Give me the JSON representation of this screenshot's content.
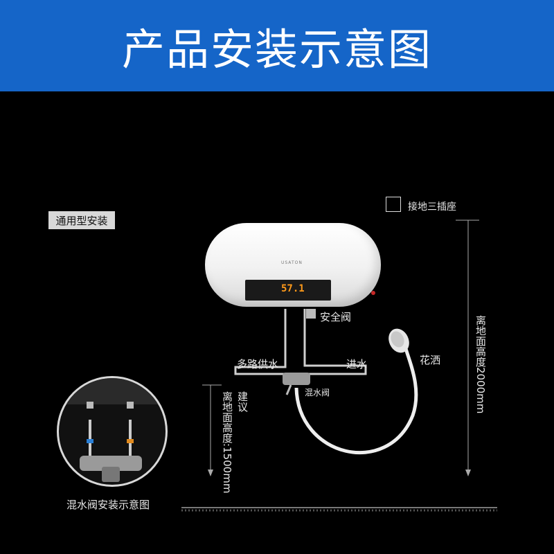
{
  "banner": {
    "title": "产品安装示意图"
  },
  "labels": {
    "universal_install": "通用型安装",
    "grounding_socket": "接地三插座",
    "safety_valve": "安全阀",
    "multi_supply": "多路供水",
    "water_inlet": "进水",
    "shower_head": "花洒",
    "mixing_valve": "混水阀",
    "height_2000": "离地面高度2000mm",
    "recommend": "建议",
    "height_1500": "离地面高度:1500mm",
    "mixing_valve_diagram": "混水阀安装示意图"
  },
  "heater": {
    "brand": "USATON",
    "display": "57.1"
  },
  "colors": {
    "banner": "#1565c8",
    "background": "#000000",
    "display": "#ff9a1a"
  }
}
